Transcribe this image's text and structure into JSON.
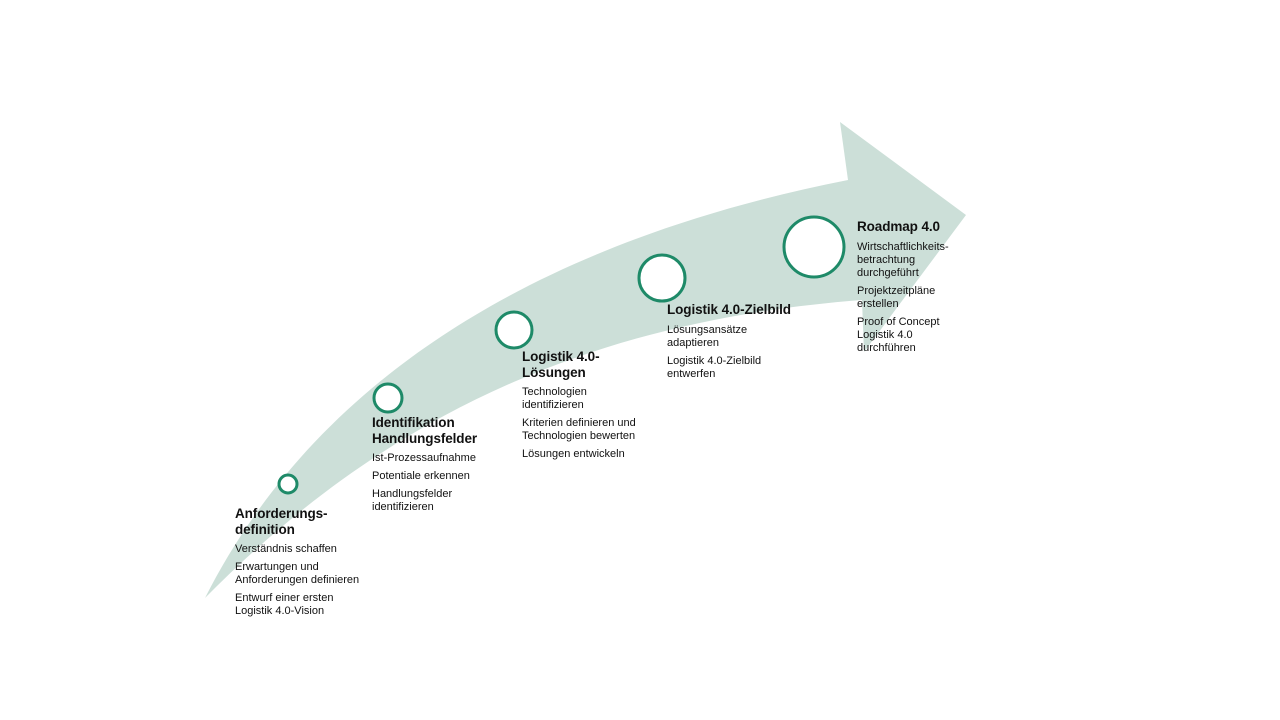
{
  "colors": {
    "arrow_fill": "#ccdfd8",
    "circle_stroke": "#1e8a68",
    "circle_fill": "#ffffff",
    "text": "#111111"
  },
  "stages": [
    {
      "title": "Anforderungs-\ndefinition",
      "items": [
        "Verständnis schaffen",
        "Erwartungen und\nAnforderungen definieren",
        "Entwurf einer ersten\nLogistik 4.0-Vision"
      ]
    },
    {
      "title": "Identifikation\nHandlungsfelder",
      "items": [
        "Ist-Prozessaufnahme",
        "Potentiale erkennen",
        "Handlungsfelder\nidentifizieren"
      ]
    },
    {
      "title": "Logistik 4.0-\nLösungen",
      "items": [
        "Technologien\nidentifizieren",
        "Kriterien definieren und\nTechnologien bewerten",
        "Lösungen entwickeln"
      ]
    },
    {
      "title": "Logistik 4.0-Zielbild",
      "items": [
        "Lösungsansätze\nadaptieren",
        "Logistik 4.0-Zielbild\nentwerfen"
      ]
    },
    {
      "title": "Roadmap 4.0",
      "items": [
        "Wirtschaftlichkeits-\nbetrachtung\ndurchgeführt",
        "Projektzeitpläne\nerstellen",
        "Proof of Concept\nLogistik 4.0\ndurchführen"
      ]
    }
  ]
}
